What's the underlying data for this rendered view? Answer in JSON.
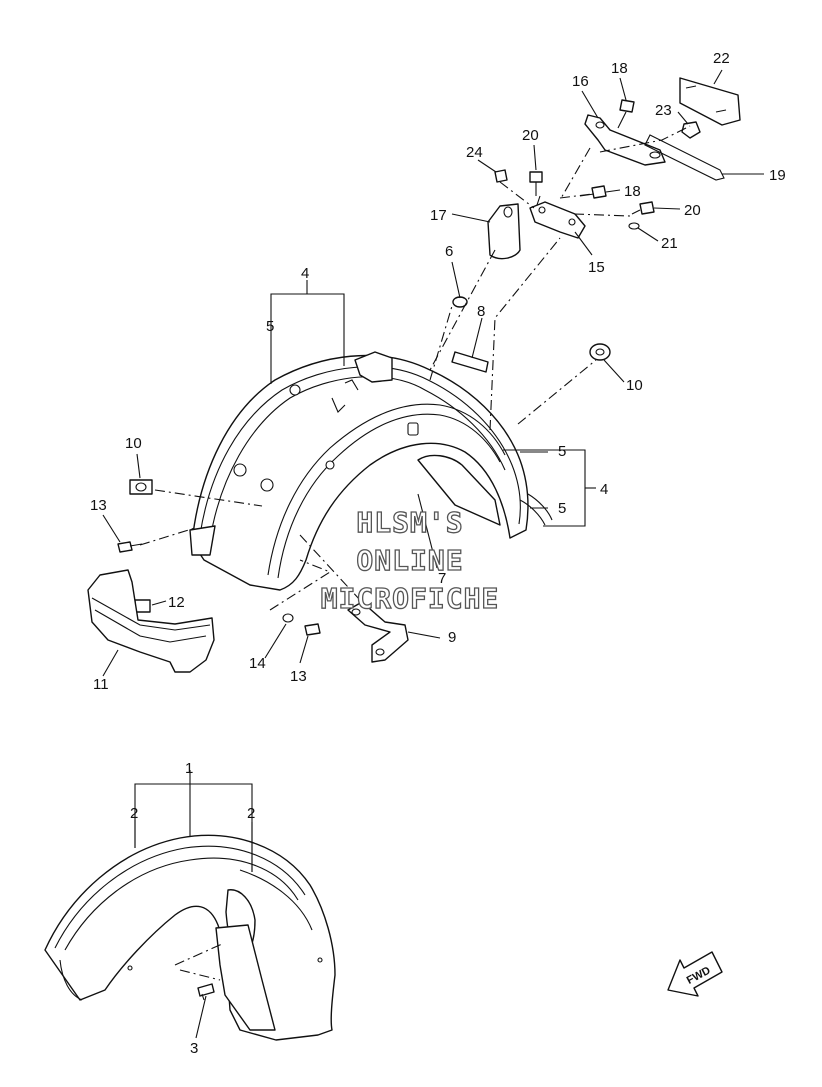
{
  "watermark": {
    "line1": "HLSM'S",
    "line2": "ONLINE",
    "line3": "MICROFICHE"
  },
  "fwd_label": "FWD",
  "callouts": {
    "c1": "1",
    "c2a": "2",
    "c2b": "2",
    "c3": "3",
    "c4a": "4",
    "c4b": "4",
    "c5a": "5",
    "c5b": "5",
    "c5c": "5",
    "c6": "6",
    "c7": "7",
    "c8": "8",
    "c9": "9",
    "c10a": "10",
    "c10b": "10",
    "c11": "11",
    "c12": "12",
    "c13a": "13",
    "c13b": "13",
    "c14": "14",
    "c15": "15",
    "c16": "16",
    "c17": "17",
    "c18a": "18",
    "c18b": "18",
    "c19": "19",
    "c20a": "20",
    "c20b": "20",
    "c21": "21",
    "c22": "22",
    "c23": "23",
    "c24": "24"
  }
}
